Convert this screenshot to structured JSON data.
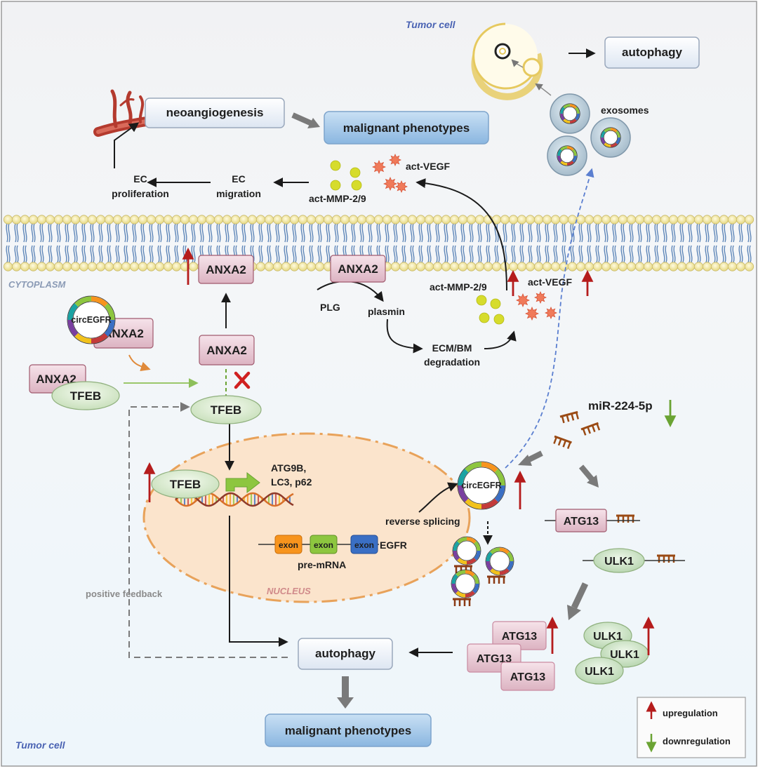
{
  "regions": {
    "tumor_cell_top": "Tumor cell",
    "tumor_cell_bottom": "Tumor cell",
    "cytoplasm": "CYTOPLASM",
    "nucleus": "NUCLEUS"
  },
  "boxes": {
    "neoangiogenesis": "neoangiogenesis",
    "malignant_top": "malignant phenotypes",
    "autophagy_top": "autophagy",
    "autophagy_mid": "autophagy",
    "malignant_bottom": "malignant phenotypes"
  },
  "labels": {
    "ec_proliferation": [
      "EC",
      "proliferation"
    ],
    "ec_migration": [
      "EC",
      "migration"
    ],
    "act_mmp_top": "act-MMP-2/9",
    "act_vegf_top": "act-VEGF",
    "exosomes": "exosomes",
    "plg": "PLG",
    "plasmin": "plasmin",
    "ecm_bm": [
      "ECM/BM",
      "degradation"
    ],
    "act_mmp_mid": "act-MMP-2/9",
    "act_vegf_mid": "act-VEGF",
    "mir": "miR-224-5p",
    "atg_genes": [
      "ATG9B,",
      "LC3, p62"
    ],
    "reverse_splicing": "reverse splicing",
    "exon": "exon",
    "egfr": "EGFR",
    "pre_mrna": "pre-mRNA",
    "positive_feedback": "positive feedback",
    "circ_label": "circEGFR"
  },
  "proteins": {
    "anxa2": "ANXA2",
    "tfeb": "TFEB",
    "atg13": "ATG13",
    "ulk1": "ULK1"
  },
  "legend": {
    "up": "upregulation",
    "down": "downregulation"
  },
  "colors": {
    "up_arrow": "#b51c1c",
    "down_arrow": "#6aa333",
    "membrane_head": "#f4ecb0",
    "nucleus_fill": "#fbe4cc",
    "nucleus_border": "#e8a25a",
    "box_blue": "#a9cbea",
    "protein_pink": "#eacdd8",
    "tfeb_green": "#dcecd4",
    "exon_orange": "#f7941d",
    "exon_green": "#8dc63f",
    "exon_blue": "#3a6fc4"
  }
}
